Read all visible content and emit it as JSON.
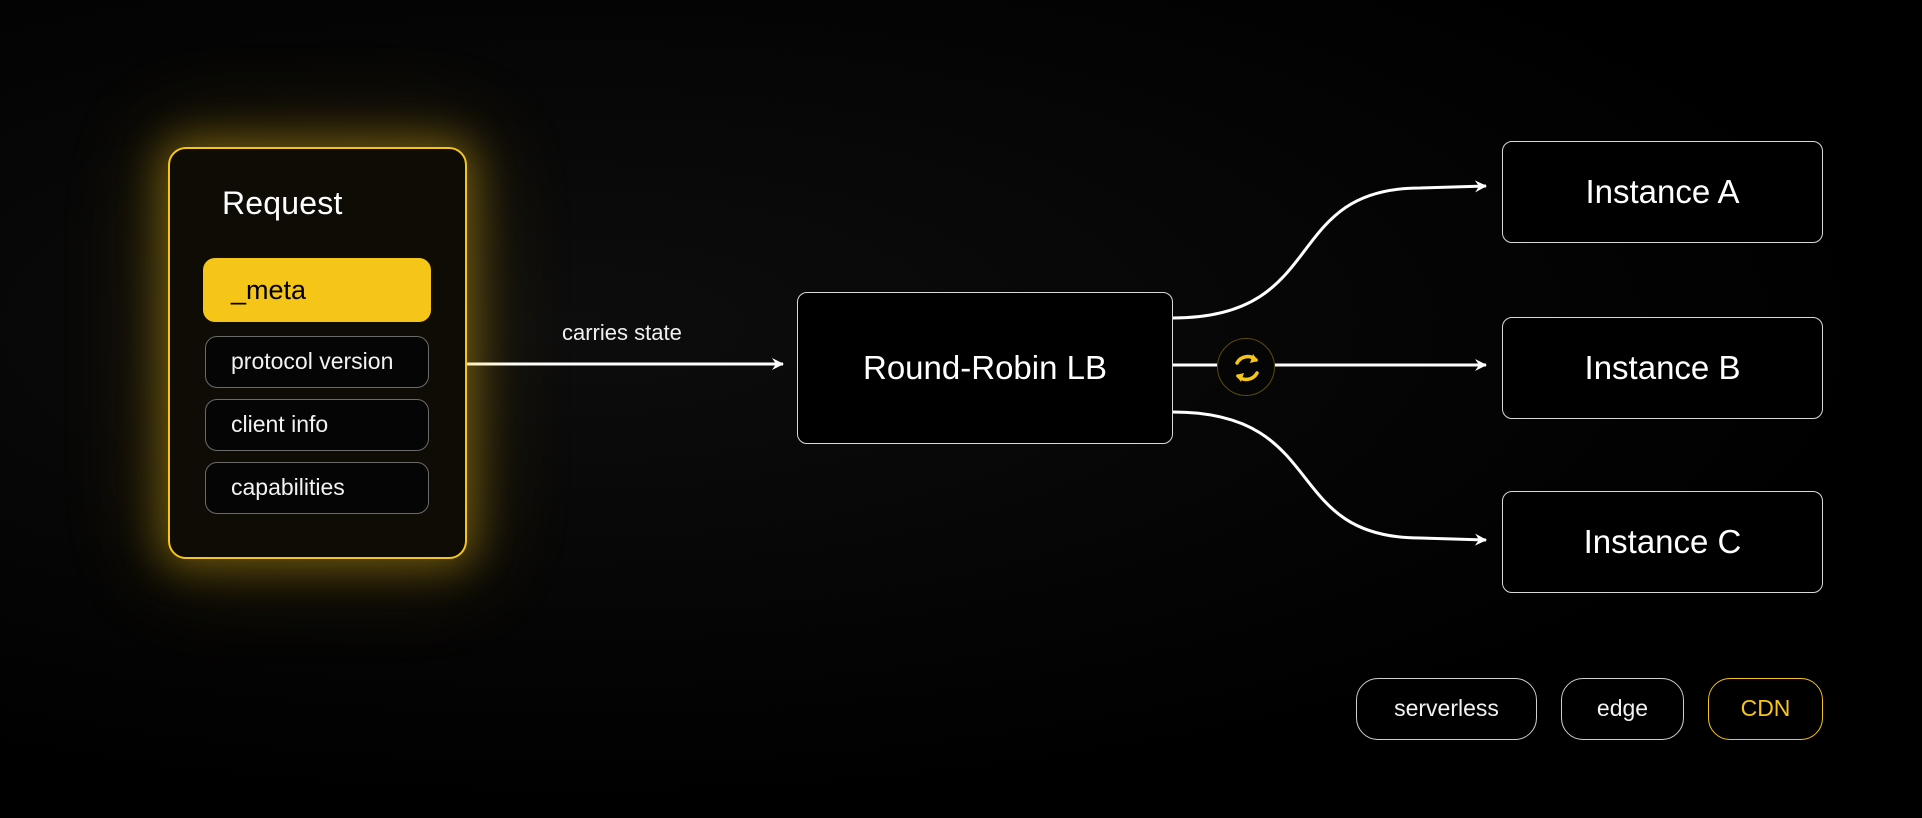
{
  "request": {
    "title": "Request",
    "fields": [
      "_meta",
      "protocol version",
      "client info",
      "capabilities"
    ]
  },
  "edge_label": "carries state",
  "load_balancer": {
    "label": "Round-Robin LB"
  },
  "instances": [
    "Instance A",
    "Instance B",
    "Instance C"
  ],
  "tags": [
    "serverless",
    "edge",
    "CDN"
  ],
  "icons": {
    "cycle": "round-robin-cycle-icon"
  },
  "colors": {
    "accent": "#f5c518",
    "background": "#000000",
    "stroke": "#ffffff"
  }
}
